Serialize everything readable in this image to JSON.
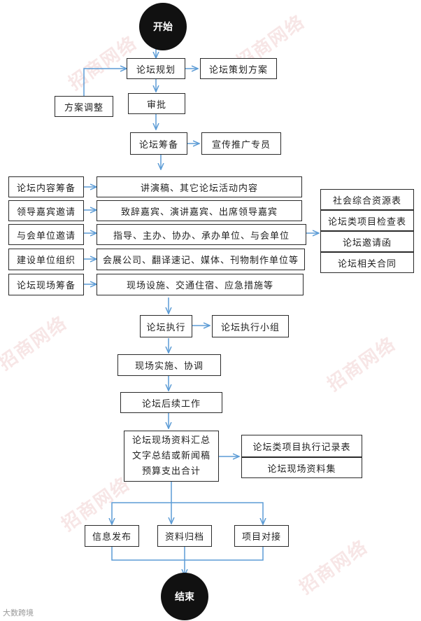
{
  "start": "开始",
  "end": "结束",
  "planning": "论坛规划",
  "plan_doc": "论坛策划方案",
  "adjust": "方案调整",
  "approve": "审批",
  "prepare": "论坛筹备",
  "promo": "宣传推广专员",
  "tasks": [
    {
      "label": "论坛内容筹备",
      "detail": "讲演稿、其它论坛活动内容"
    },
    {
      "label": "领导嘉宾邀请",
      "detail": "致辞嘉宾、演讲嘉宾、出席领导嘉宾"
    },
    {
      "label": "与会单位邀请",
      "detail": "指导、主办、协办、承办单位、与会单位"
    },
    {
      "label": "建设单位组织",
      "detail": "会展公司、翻译速记、媒体、刊物制作单位等"
    },
    {
      "label": "论坛现场筹备",
      "detail": "现场设施、交通住宿、应急措施等"
    }
  ],
  "resources": [
    "社会综合资源表",
    "论坛类项目检查表",
    "论坛邀请函",
    "论坛相关合同"
  ],
  "execute": "论坛执行",
  "exec_team": "论坛执行小组",
  "onsite": "现场实施、协调",
  "followup": "论坛后续工作",
  "summary": [
    "论坛现场资料汇总",
    "文字总结或新闻稿",
    "预算支出合计"
  ],
  "records": [
    "论坛类项目执行记录表",
    "论坛现场资料集"
  ],
  "outputs": [
    "信息发布",
    "资料归档",
    "项目对接"
  ],
  "watermark": "招商网络",
  "footer": "大数跨境"
}
